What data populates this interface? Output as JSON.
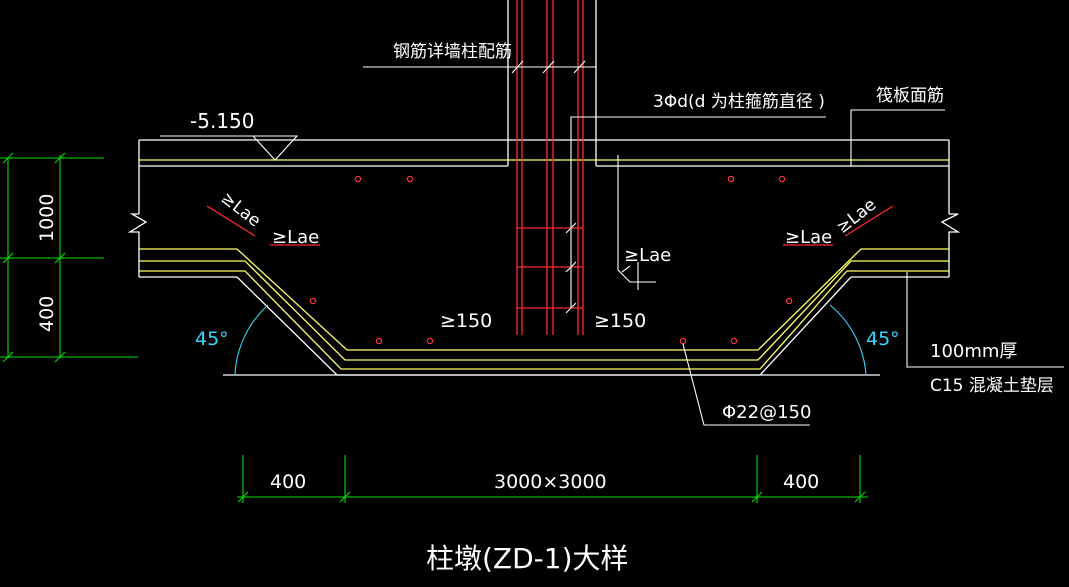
{
  "drawing": {
    "title": "柱墩(ZD-1)大样",
    "colors": {
      "background": "#000000",
      "outline": "#ffffff",
      "rebar": "#ff2a2a",
      "yellow_rebar": "#ffff66",
      "dimension": "#00e000",
      "angle": "#35d6ff",
      "dot": "#ff3333"
    },
    "labels": {
      "column_rebar_note": "钢筋详墙柱配筋",
      "stirrup_note": "3Φd(d  为柱箍筋直径   )",
      "raft_top_rebar": "筏板面筋",
      "elevation": "-5.150",
      "lae_left_diag": "≥Lae",
      "lae_left": "≥Lae",
      "lae_center": "≥Lae",
      "lae_right": "≥Lae",
      "lae_right_diag": "≥Lae",
      "min150_left": "≥150",
      "min150_right": "≥150",
      "angle_left": "45°",
      "angle_right": "45°",
      "cushion_thickness": "100mm厚",
      "cushion_material": "C15 混凝土垫层",
      "bottom_rebar": "Φ22@150"
    },
    "dimensions": {
      "vertical_top": "1000",
      "vertical_bottom": "400",
      "horizontal_left": "400",
      "horizontal_mid": "3000×3000",
      "horizontal_right": "400"
    }
  }
}
